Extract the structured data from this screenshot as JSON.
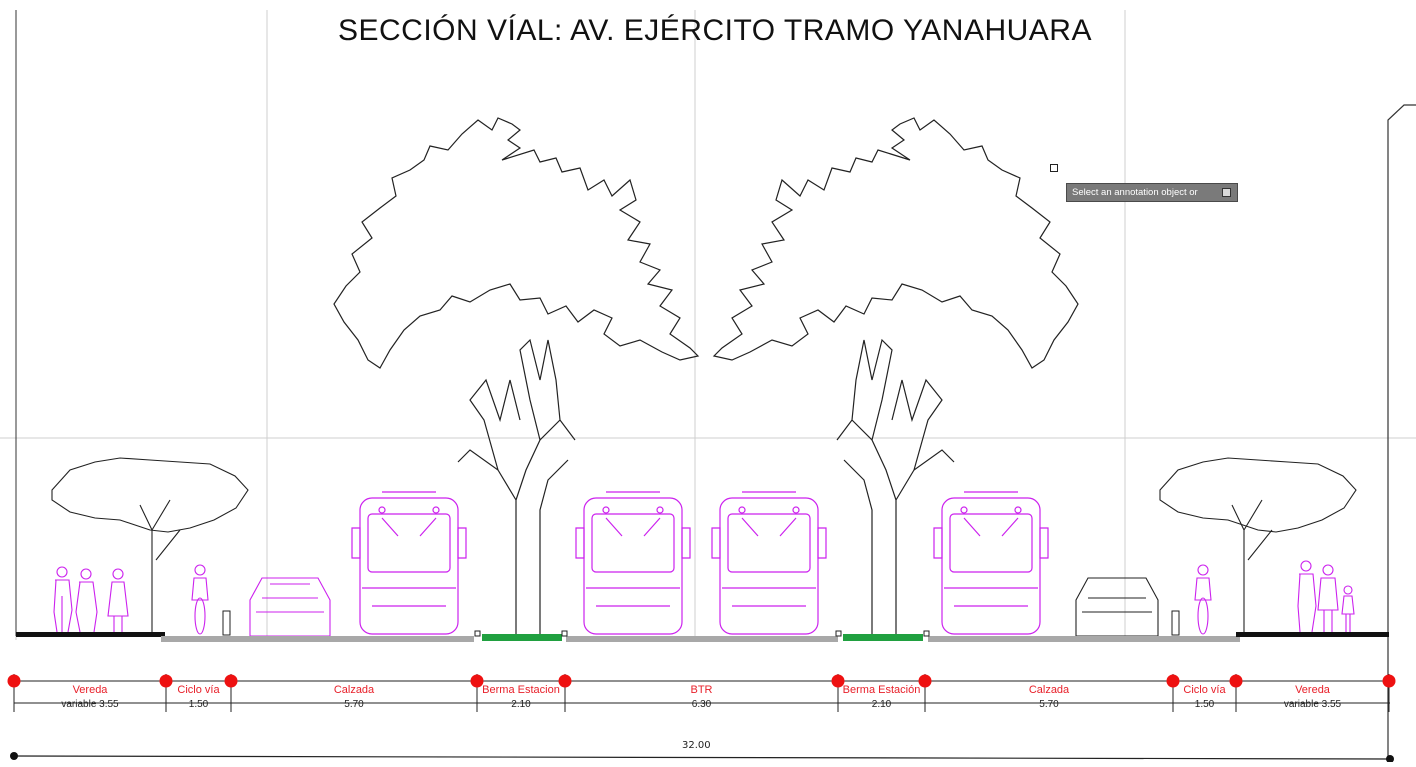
{
  "title": "SECCIÓN VÍAL: AV. EJÉRCITO TRAMO YANAHUARA",
  "tooltip": "Select an annotation object or",
  "total": "32.00",
  "segments": [
    {
      "label": "Vereda",
      "dim": "variable 3.55"
    },
    {
      "label": "Ciclo vía",
      "dim": "1.50"
    },
    {
      "label": "Calzada",
      "dim": "5.70"
    },
    {
      "label": "Berma Estacion",
      "dim": "2.10"
    },
    {
      "label": "BTR",
      "dim": "6.30"
    },
    {
      "label": "Berma Estación",
      "dim": "2.10"
    },
    {
      "label": "Calzada",
      "dim": "5.70"
    },
    {
      "label": "Ciclo vía",
      "dim": "1.50"
    },
    {
      "label": "Vereda",
      "dim": "variable 3.55"
    }
  ],
  "colors": {
    "label": "#e8202a",
    "node": "#ee1111",
    "vehicle": "#cc22ee",
    "ground": "#111111",
    "road": "#a8a8a8",
    "green": "#20a040",
    "line": "#222222"
  }
}
